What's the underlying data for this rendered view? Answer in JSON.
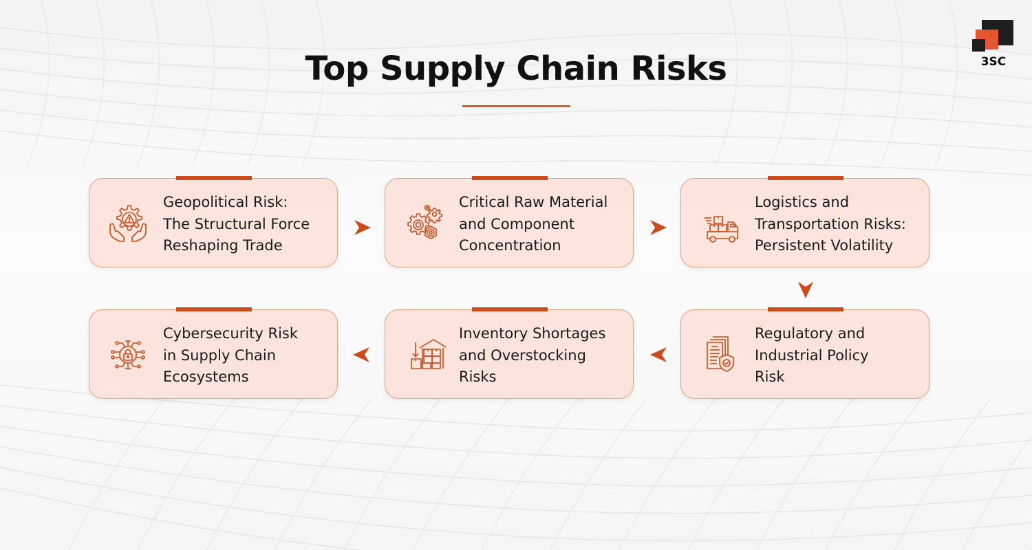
{
  "title": "Top Supply Chain Risks",
  "logo": {
    "text": "3SC",
    "colors": {
      "dark": "#1e1e1e",
      "accent": "#e4572e"
    }
  },
  "colors": {
    "accent": "#cc4b1c",
    "card_bg": "#fae1d6",
    "card_border": "#e5a184",
    "text": "#1a1a1a"
  },
  "cards": [
    {
      "label": "Geopolitical Risk: The Structural Force Reshaping Trade",
      "lines": [
        "Geopolitical Risk:",
        "The Structural Force",
        "Reshaping Trade"
      ],
      "icon": "gear-warning-hands-icon"
    },
    {
      "label": "Critical Raw Material and Component Concentration",
      "lines": [
        "Critical Raw Material",
        "and Component",
        "Concentration"
      ],
      "icon": "gears-icon"
    },
    {
      "label": "Logistics and Transportation Risks: Persistent Volatility",
      "lines": [
        "Logistics and",
        "Transportation Risks:",
        "Persistent Volatility"
      ],
      "icon": "delivery-truck-icon"
    },
    {
      "label": "Regulatory and Industrial Policy Risk",
      "lines": [
        "Regulatory and",
        "Industrial Policy",
        "Risk"
      ],
      "icon": "documents-shield-icon"
    },
    {
      "label": "Inventory Shortages and Overstocking Risks",
      "lines": [
        "Inventory Shortages",
        "and Overstocking",
        "Risks"
      ],
      "icon": "warehouse-boxes-icon"
    },
    {
      "label": "Cybersecurity Risk in Supply Chain Ecosystems",
      "lines": [
        "Cybersecurity Risk",
        "in Supply Chain",
        "Ecosystems"
      ],
      "icon": "circuit-lock-icon"
    }
  ],
  "flow": [
    "right",
    "right",
    "down",
    "left",
    "left"
  ]
}
